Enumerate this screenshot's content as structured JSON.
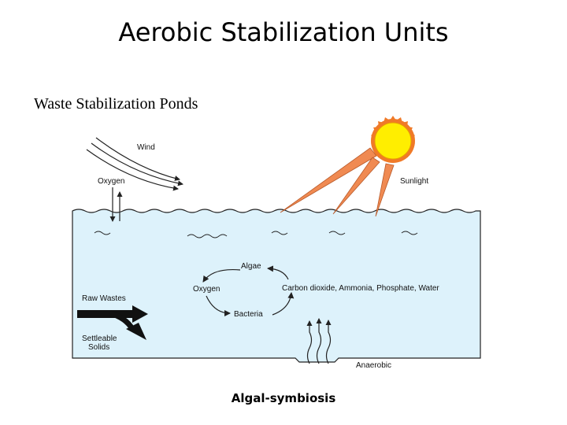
{
  "slide": {
    "title": "Aerobic Stabilization Units",
    "subtitle": "Waste Stabilization Ponds",
    "caption": "Algal-symbiosis"
  },
  "diagram": {
    "labels": {
      "wind": "Wind",
      "oxygen_top": "Oxygen",
      "sunlight": "Sunlight",
      "algae": "Algae",
      "oxygen_cycle": "Oxygen",
      "nutrients": "Carbon dioxide, Ammonia, Phosphate, Water",
      "bacteria": "Bacteria",
      "raw_wastes": "Raw Wastes",
      "settleable_line1": "Settleable",
      "settleable_line2": "Solids",
      "anaerobic": "Anaerobic"
    },
    "colors": {
      "water": "#ddf2fb",
      "sun": "#ffee00",
      "sun_rim": "#f07a28",
      "rays": "#f08a52",
      "outline": "#222222"
    }
  }
}
